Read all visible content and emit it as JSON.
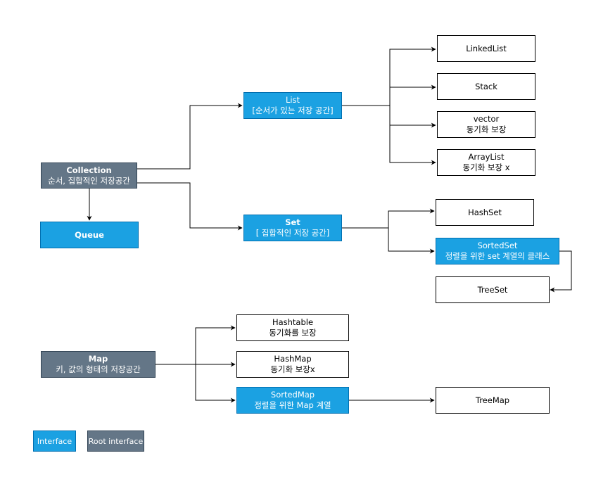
{
  "colors": {
    "interface": "#1ba1e2",
    "interface_border": "#006eaf",
    "root": "#647687",
    "root_border": "#314354",
    "plain_border": "#000000",
    "edge": "#000000"
  },
  "nodes": {
    "collection": {
      "title": "Collection",
      "desc": "순서, 집합적인 저장공간"
    },
    "queue": {
      "title": "Queue"
    },
    "list": {
      "title": "List",
      "desc": "[순서가 있는 저장 공간]"
    },
    "set": {
      "title": "Set",
      "desc": "[ 집합적인 저장 공간]"
    },
    "linkedlist": {
      "title": "LinkedList"
    },
    "stack": {
      "title": "Stack"
    },
    "vector": {
      "title": "vector",
      "desc": "동기화 보장"
    },
    "arraylist": {
      "title": "ArrayList",
      "desc": "동기화 보장 x"
    },
    "hashset": {
      "title": "HashSet"
    },
    "sortedset": {
      "title": "SortedSet",
      "desc": "정렬을 위한 set 계열의 클래스"
    },
    "treeset": {
      "title": "TreeSet"
    },
    "map": {
      "title": "Map",
      "desc": "키, 값의 형태의 저장공간"
    },
    "hashtable": {
      "title": "Hashtable",
      "desc": "동기화를 보장"
    },
    "hashmap": {
      "title": "HashMap",
      "desc": "동기화 보장x"
    },
    "sortedmap": {
      "title": "SortedMap",
      "desc": "정렬을 위한 Map 계열"
    },
    "treemap": {
      "title": "TreeMap"
    }
  },
  "legend": {
    "interface": "Interface",
    "root_interface": "Root interface"
  }
}
